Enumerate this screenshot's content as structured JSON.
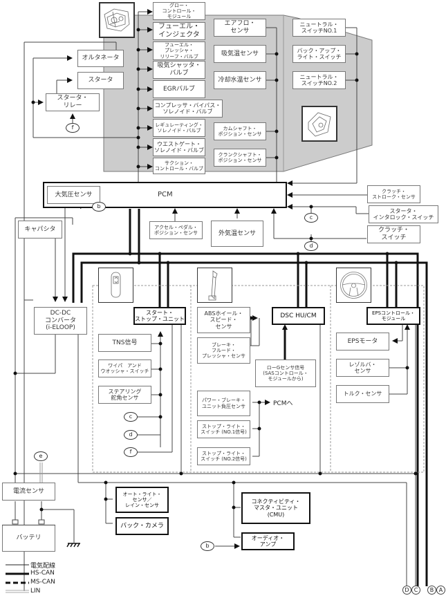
{
  "legend": [
    {
      "style": "thin",
      "label": "電気配線"
    },
    {
      "style": "thick",
      "label": "HS-CAN"
    },
    {
      "style": "dashed",
      "label": "MS-CAN"
    },
    {
      "style": "double",
      "label": "LIN"
    }
  ],
  "colors": {
    "engine_panel": "#cccccc",
    "wire": "#444444",
    "can": "#111111",
    "lin": "#aaaaaa"
  },
  "engine_outputs": [
    "グロー・\nコントロール・\nモジュール",
    "フューエル・\nインジェクタ",
    "フューエル・\nプレッシャ・\nリリーフ・バルブ",
    "吸気シャッタ・\nバルブ",
    "EGRバルブ",
    "コンプレッサ・バイパス・\nソレノイド・バルブ",
    "レギュレーティング・\nソレノイド・バルブ",
    "ウエストゲート・\nソレノイド・バルブ",
    "サクション・\nコントロール・バルブ"
  ],
  "engine_sensors": [
    "エアフロ・\nセンサ",
    "吸気温センサ",
    "冷却水温センサ",
    "カムシャフト・\nポジション・センサ",
    "クランクシャフト・\nポジション・センサ"
  ],
  "transmission_switches": [
    "ニュートラル・\nスイッチNO.1",
    "バック・アップ・\nライト・スイッチ",
    "ニュートラル・\nスイッチNO.2"
  ],
  "left": {
    "alternator": "オルタネータ",
    "starter": "スタータ",
    "starter_relay": "スタータ・\nリレー",
    "capacitor": "キャパシタ",
    "dcdc": "DC-DC\nコンバータ\n(i-ELOOP)",
    "current_sensor": "電流センサ",
    "battery": "バッテリ"
  },
  "pcm": {
    "label": "PCM",
    "baro_sensor": "大気圧センサ",
    "accel_sensor": "アクセル・ペダル・\nポジション・センサ",
    "ambient_sensor": "外気温センサ",
    "clutch_stroke": "クラッチ・\nストローク・センサ",
    "starter_interlock": "スタータ・\nインタロック・スイッチ",
    "clutch_switch": "クラッチ・\nスイッチ"
  },
  "start_stop": {
    "unit": "スタート・\nストップ・ユニット",
    "tns": "TNS信号",
    "wiper": "ワイパ　アンド\nウオッシャ・スイッチ",
    "steering": "ステアリング\n舵角センサ"
  },
  "dsc": {
    "unit": "DSC HU/CM",
    "abs": "ABSホイール・\nスピード・\nセンサ",
    "brake_fluid": "ブレーキ・\nフルード・\nプレッシャ・センサ",
    "low_g": "ローGセンサ信号\n(SASコントロール・\nモジュールから)",
    "vacuum": "パワー・ブレーキ・\nユニット負圧センサ",
    "to_pcm": "PCMへ",
    "stop1": "ストップ・ライト・\nスイッチ (NO.1信号)",
    "stop2": "ストップ・ライト・\nスイッチ (NO.2信号)"
  },
  "eps": {
    "unit": "EPSコントロール・\nモジュール",
    "motor": "EPSモータ",
    "resolver": "レゾルバ・\nセンサ",
    "torque": "トルク・センサ"
  },
  "body": {
    "auto_light": "オート・ライト・\nセンサ／\nレイン・センサ",
    "back_camera": "バック・カメラ",
    "cmu": "コネクティビティ・\nマスタ・ユニット\n(CMU)",
    "audio": "オーディオ・\nアンプ"
  },
  "connectors": {
    "b": "b",
    "c": "c",
    "d": "d",
    "e": "e",
    "f": "f"
  },
  "terminals": [
    "D",
    "C",
    "B",
    "A"
  ],
  "icons": [
    "engine-icon",
    "transmission-icon",
    "smart-key-icon",
    "brake-pedal-icon",
    "steering-wheel-icon",
    "ground-icon"
  ]
}
